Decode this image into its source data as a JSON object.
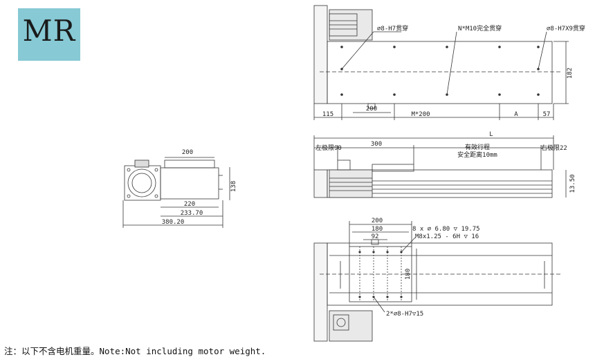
{
  "badge": "MR",
  "note": "注：以下不含电机重量。Note:Not including motor weight.",
  "side_view": {
    "dims": {
      "w200": "200",
      "h138": "138",
      "w220": "220",
      "w233": "233.70",
      "w380": "380.20"
    }
  },
  "top_view": {
    "labels": {
      "hole_left": "⌀8-H7贯穿",
      "hole_mid": "N*M10完全贯穿",
      "hole_right": "⌀8-H7X9贯穿"
    },
    "dims": {
      "d115": "115",
      "d200": "200",
      "m200": "M*200",
      "dA": "A",
      "d57": "57",
      "d182": "182"
    }
  },
  "front_view": {
    "labels": {
      "left_limit": "左极限90",
      "right_limit": "右极限22",
      "stroke": "有效行程",
      "safety": "安全距离10mm"
    },
    "dims": {
      "L": "L",
      "d300": "300",
      "d13": "13.50"
    }
  },
  "bottom_view": {
    "labels": {
      "holes1": "8 x ⌀ 6.80 ▽ 19.75",
      "holes2": "M8x1.25 - 6H ▽ 16",
      "pins": "2*⌀8-H7▽15"
    },
    "dims": {
      "d200": "200",
      "d180": "180",
      "d92": "92",
      "h180": "180"
    }
  }
}
